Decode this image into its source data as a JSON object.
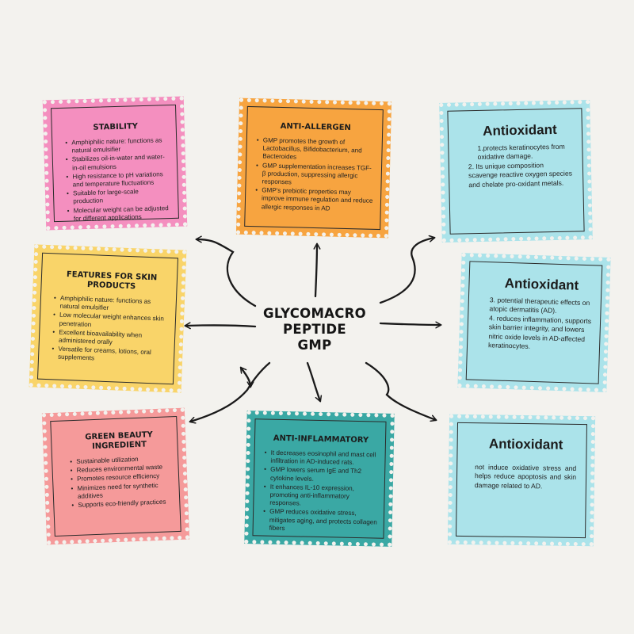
{
  "center": {
    "lines": [
      "GLYCOMACRO",
      "PEPTIDE",
      "GMP"
    ]
  },
  "colors": {
    "pink": "#f48fbf",
    "orange": "#f7a440",
    "yellow": "#f9d469",
    "salmon": "#f59a9a",
    "teal": "#3aa8a4",
    "cyan": "#abe3ea",
    "stroke": "#1a1a1a"
  },
  "cards": {
    "stability": {
      "title": "STABILITY",
      "items": [
        "Amphiphilic nature: functions as natural emulsifier",
        "Stabilizes oil-in-water and water-in-oil emulsions",
        "High resistance to pH variations and temperature fluctuations",
        "Suitable for large-scale production",
        "Molecular weight can be adjusted for different applications"
      ]
    },
    "anti_allergen": {
      "title": "ANTI-ALLERGEN",
      "items": [
        "GMP promotes the growth of Lactobacillus, Bifidobacterium, and Bacteroides",
        "GMP supplementation increases TGF-β production, suppressing allergic responses",
        "GMP's prebiotic properties may improve immune regulation and reduce allergic responses in AD"
      ]
    },
    "features": {
      "title": "FEATURES FOR SKIN PRODUCTS",
      "items": [
        "Amphiphilic nature: functions as natural emulsifier",
        "Low molecular weight enhances skin penetration",
        "Excellent bioavailability when administered orally",
        "Versatile for creams, lotions, oral supplements"
      ]
    },
    "green_beauty": {
      "title": "GREEN BEAUTY INGREDIENT",
      "items": [
        "Sustainable utilization",
        "Reduces environmental waste",
        "Promotes resource efficiency",
        "Minimizes need for synthetic additives",
        "Supports eco-friendly practices"
      ]
    },
    "anti_inflammatory": {
      "title": "ANTI-INFLAMMATORY",
      "items": [
        "It decreases eosinophil and mast cell infiltration in AD-induced rats.",
        "GMP lowers serum IgE and Th2 cytokine levels.",
        "It enhances IL-10 expression, promoting anti-inflammatory responses.",
        "GMP reduces oxidative stress, mitigates aging, and protects collagen fibers"
      ]
    },
    "antioxidant_1": {
      "title": "Antioxidant",
      "lines": [
        "1.protects keratinocytes from oxidative damage.",
        "2. Its unique composition scavenge reactive oxygen species and chelate pro-oxidant metals."
      ]
    },
    "antioxidant_2": {
      "title": "Antioxidant",
      "lines": [
        "3. potential therapeutic effects on atopic dermatitis (AD).",
        "4. reduces inflammation, supports skin barrier integrity, and lowers nitric oxide levels in AD-affected keratinocytes."
      ]
    },
    "antioxidant_3": {
      "title": "Antioxidant",
      "lines": [
        "not induce oxidative stress and helps reduce apoptosis and skin damage related to AD."
      ]
    }
  }
}
